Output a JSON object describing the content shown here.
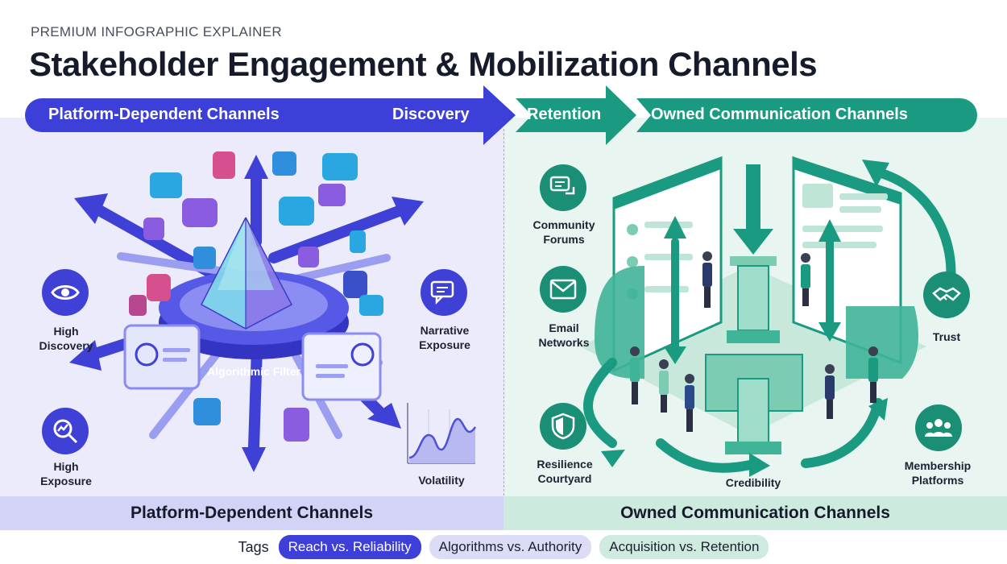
{
  "header": {
    "kicker": "PREMIUM INFOGRAPHIC EXPLAINER",
    "title": "Stakeholder Engagement & Mobilization Channels"
  },
  "flow": {
    "platform_dependent": "Platform-Dependent Channels",
    "discovery": "Discovery",
    "retention": "Retention",
    "owned": "Owned Communication Channels"
  },
  "left_panel": {
    "center_label": "Algorithmic Filter",
    "features": {
      "high_discovery": "High Discovery",
      "high_exposure": "High Exposure",
      "narrative_exposure": "Narrative Exposure",
      "volatility": "Volatility"
    },
    "footer": "Platform-Dependent Channels"
  },
  "right_panel": {
    "features": {
      "community_forums": "Community Forums",
      "email_networks": "Email Networks",
      "resilience_courtyard": "Resilience Courtyard",
      "credibility": "Credibility",
      "trust": "Trust",
      "membership_platforms": "Membership Platforms"
    },
    "footer": "Owned Communication Channels"
  },
  "tags": {
    "label": "Tags",
    "items": [
      "Reach vs. Reliability",
      "Algorithms vs. Authority",
      "Acquisition vs. Retention"
    ]
  },
  "colors": {
    "blue": "#3f41d6",
    "teal": "#1a9a80",
    "violet": "#8a5ce0",
    "sky": "#2aa7e0"
  }
}
